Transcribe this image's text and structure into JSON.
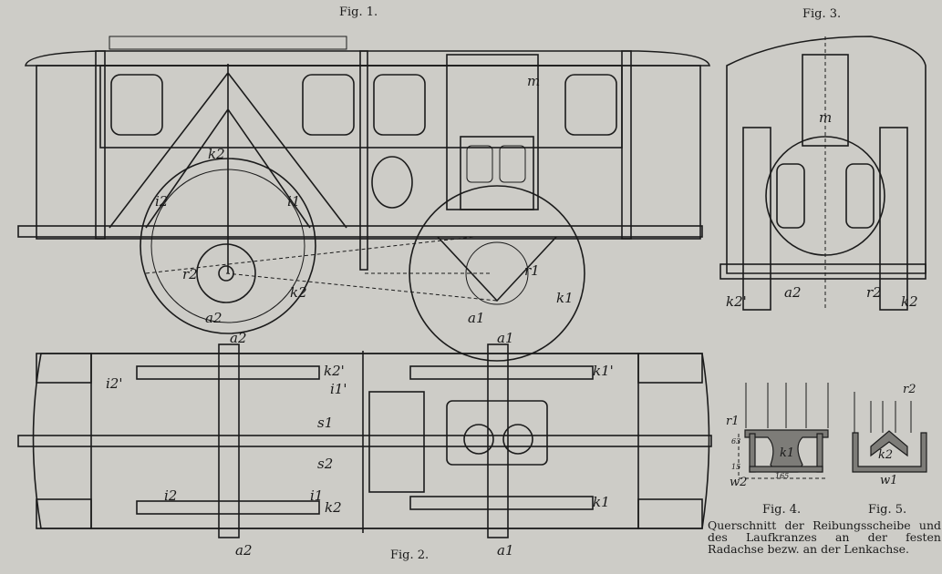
{
  "figures": {
    "fig1": "Fig. 1.",
    "fig2": "Fig. 2.",
    "fig3": "Fig. 3.",
    "fig4": "Fig. 4.",
    "fig5": "Fig. 5."
  },
  "caption": "Querschnitt der Reibungsscheibe und des Laufkranzes an der festen Radachse bezw. an der Lenkachse.",
  "labels": {
    "fig1": [
      "k2",
      "i2",
      "i1",
      "m",
      "r2",
      "k2",
      "a2",
      "a1",
      "r1",
      "k1"
    ],
    "fig3": [
      "m",
      "k2'",
      "a2",
      "r2",
      "k2"
    ],
    "fig2": [
      "a2",
      "k2'",
      "i2'",
      "i1'",
      "s1",
      "s2",
      "i2",
      "i1",
      "k2",
      "a2",
      "a1",
      "k1'",
      "k1",
      "a1"
    ],
    "fig4": [
      "r1",
      "63",
      "15",
      "w2",
      "165",
      "k1"
    ],
    "fig5": [
      "r2",
      "k2",
      "w1"
    ]
  }
}
